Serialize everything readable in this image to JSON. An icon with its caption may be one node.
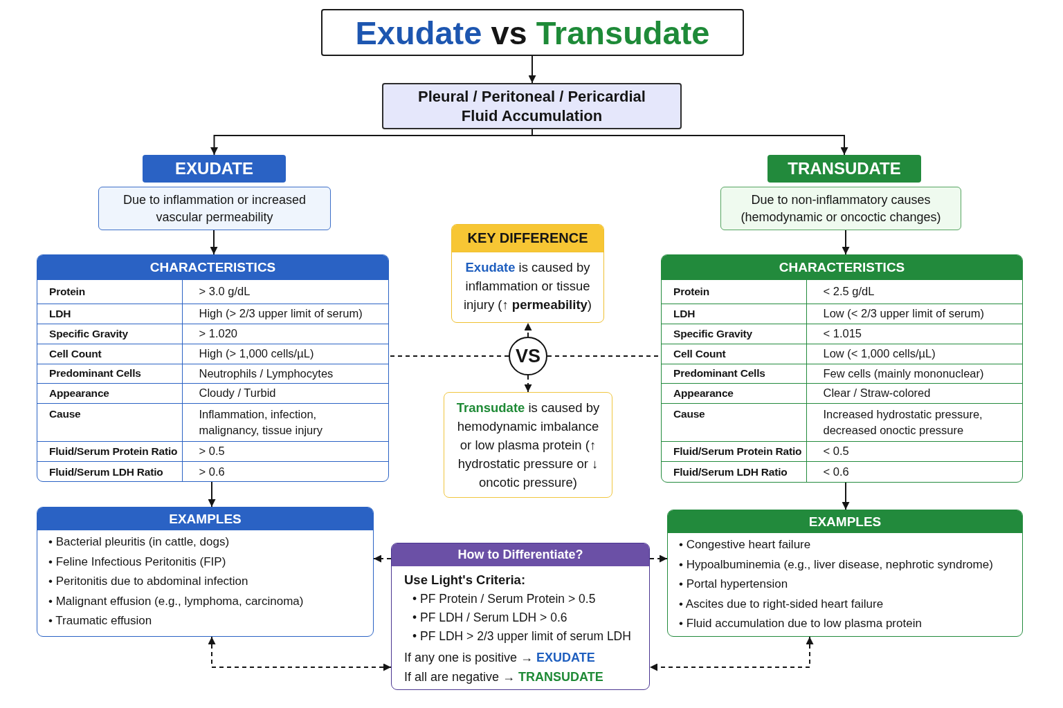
{
  "diagram": {
    "nodes": [
      {
        "text": [
          "Exudate vs Transudate"
        ]
      },
      {
        "text": [
          "Pleural / Peritoneal / Pericardial Fluid Accumulation"
        ]
      },
      {
        "text": [
          "EXUDATE"
        ]
      },
      {
        "text": [
          "TRANSUDATE"
        ]
      },
      {
        "text": [
          "Due to inflammation or increased vascular permeability"
        ]
      },
      {
        "text": [
          "Due to non-inflammatory causes (hemodynamic or oncoctic changes)"
        ]
      },
      {
        "text": [
          "CHARACTERISTICS",
          "Protein",
          "> 3.0 g/dL",
          "LDH",
          "High (> 2/3 upper limit of serum)",
          "Specific Gravity",
          "> 1.020",
          "Cell Count",
          "High (> 1,000 cells/µL)",
          "Predominant Cells",
          "Neutrophils / Lymphocytes",
          "Appearance",
          "Cloudy / Turbid",
          "Cause",
          "Inflammation, infection, malignancy, tissue injury",
          "Fluid/Serum Protein Ratio",
          "> 0.5",
          "Fluid/Serum LDH Ratio",
          "> 0.6"
        ]
      },
      {
        "text": [
          "KEY DIFFERENCE",
          "**Exudate** is caused by inflammation or tissue injury (↑ **permeability**)"
        ]
      },
      {
        "text": [
          "VS"
        ]
      },
      {
        "text": [
          "**Transudate** is caused by hemodynamic imbalance or low plasma protein (↑ hydrostatic pressure or ↓ oncotic pressure)"
        ]
      },
      {
        "text": [
          "CHARACTERISTICS",
          "Protein",
          "< 2.5 g/dL",
          "LDH",
          "Low (< 2/3 upper limit of serum)",
          "Specific Gravity",
          "< 1.015",
          "Cell Count",
          "Low (< 1,000 cells/µL)",
          "Predominant Cells",
          "Few cells (mainly mononuclear)",
          "Appearance",
          "Clear / Straw-colored",
          "Cause",
          "Increased hydrostatic pressure, decreased onoctic pressure",
          "Fluid/Serum Protein Ratio",
          "< 0.5",
          "Fluid/Serum LDH Ratio",
          "< 0.6"
        ]
      },
      {
        "text": [
          "EXAMPLES",
          "• Bacterial pleuritis (in cattle, dogs)",
          "• Feline Infectious Peritonitis (FIP)",
          "• Peritonitis due to abdominal infection",
          "• Malignant effusion (e.g., lymphoma, carcinoma)",
          "• Traumatic effusion"
        ]
      },
      {
        "text": [
          "How to Differentiate?",
          "Use Light's Criteria:",
          "• PF Protein / Serum Protein > 0.5",
          "• PF LDH / Serum LDH > 0.6",
          "• PF LDH > 2/3 upper limit of serum LDH",
          "If any one is positive → **EXUDATE**",
          "If all are negative → **TRANSUDATE**"
        ]
      },
      {
        "text": [
          "EXAMPLES",
          "• Congestive heart failure",
          "• Hypoalbuminemia (e.g., liver disease, nephrotic syndrome)",
          "• Portal hypertension",
          "• Ascites due to right-sided heart failure",
          "• Fluid accumulation due to low plasma protein"
        ]
      }
    ],
    "edges": [
      {
        "from": 0,
        "to": 1,
        "arrow": "to"
      },
      {
        "from": 1,
        "to": 2,
        "arrow": "to"
      },
      {
        "from": 1,
        "to": 3,
        "arrow": "to"
      },
      {
        "from": 4,
        "to": 6,
        "arrow": "to"
      },
      {
        "from": 5,
        "to": 10,
        "arrow": "to"
      },
      {
        "from": 6,
        "to": 11,
        "arrow": "to"
      },
      {
        "from": 10,
        "to": 13,
        "arrow": "to"
      },
      {
        "from": 8,
        "to": 6,
        "arrow": "none",
        "style": "dashed"
      },
      {
        "from": 8,
        "to": 10,
        "arrow": "none",
        "style": "dashed"
      },
      {
        "from": 8,
        "to": 7,
        "arrow": "to",
        "style": "dashed"
      },
      {
        "from": 8,
        "to": 9,
        "arrow": "to",
        "style": "dashed"
      },
      {
        "from": 12,
        "to": 11,
        "arrow": "to",
        "style": "dashed"
      },
      {
        "from": 12,
        "to": 13,
        "arrow": "to",
        "style": "dashed"
      },
      {
        "from": 11,
        "to": 12,
        "arrow": "both",
        "style": "dashed"
      },
      {
        "from": 13,
        "to": 12,
        "arrow": "both",
        "style": "dashed"
      }
    ]
  }
}
